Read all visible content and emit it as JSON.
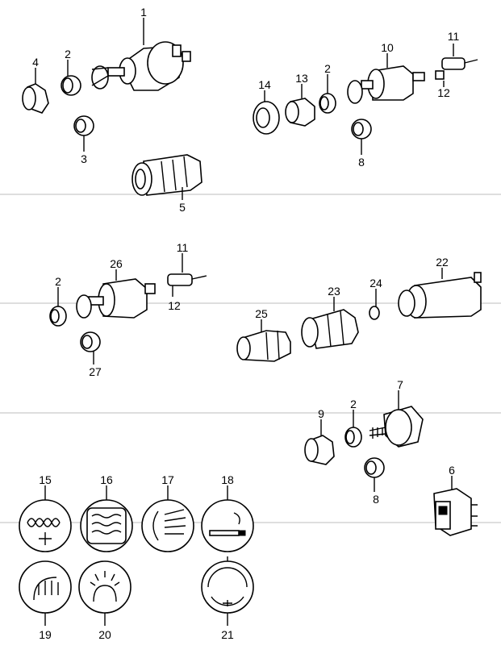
{
  "colors": {
    "ink": "#000000",
    "paper": "#ffffff",
    "separator": "#bdbdbd"
  },
  "labels": {
    "n1": "1",
    "n2": "2",
    "n3": "3",
    "n4": "4",
    "n5": "5",
    "n6": "6",
    "n7": "7",
    "n8": "8",
    "n9": "9",
    "n10": "10",
    "n11": "11",
    "n12": "12",
    "n13": "13",
    "n14": "14",
    "n15": "15",
    "n16": "16",
    "n17": "17",
    "n18": "18",
    "n19": "19",
    "n20": "20",
    "n21": "21",
    "n22": "22",
    "n23": "23",
    "n24": "24",
    "n25": "25",
    "n26": "26",
    "n27": "27"
  }
}
